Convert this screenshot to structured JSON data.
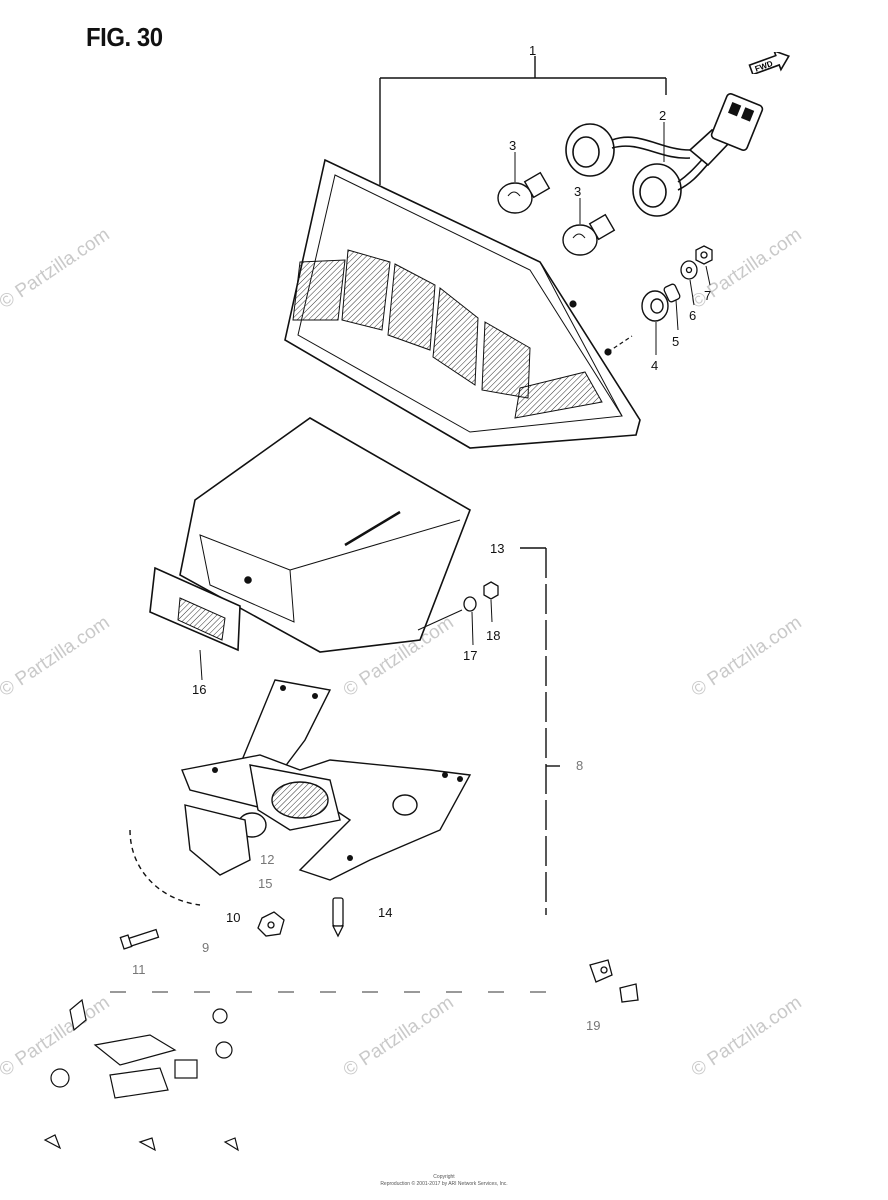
{
  "figure": {
    "title": "FIG. 30"
  },
  "direction_arrow": {
    "label": "FWD"
  },
  "watermark": {
    "text": "© Partzilla.com"
  },
  "callouts": [
    {
      "id": "1",
      "label": "1"
    },
    {
      "id": "2",
      "label": "2"
    },
    {
      "id": "3a",
      "label": "3"
    },
    {
      "id": "3b",
      "label": "3"
    },
    {
      "id": "4",
      "label": "4"
    },
    {
      "id": "5",
      "label": "5"
    },
    {
      "id": "6",
      "label": "6"
    },
    {
      "id": "7",
      "label": "7"
    },
    {
      "id": "8",
      "label": "8"
    },
    {
      "id": "9",
      "label": "9"
    },
    {
      "id": "10",
      "label": "10"
    },
    {
      "id": "11",
      "label": "11"
    },
    {
      "id": "12",
      "label": "12"
    },
    {
      "id": "13",
      "label": "13"
    },
    {
      "id": "14",
      "label": "14"
    },
    {
      "id": "15",
      "label": "15"
    },
    {
      "id": "16",
      "label": "16"
    },
    {
      "id": "17",
      "label": "17"
    },
    {
      "id": "18",
      "label": "18"
    },
    {
      "id": "19",
      "label": "19"
    }
  ],
  "footer": {
    "line1": "Copyright",
    "line2": "Reproduction © 2001-2017 by ARI Network Services, Inc."
  }
}
